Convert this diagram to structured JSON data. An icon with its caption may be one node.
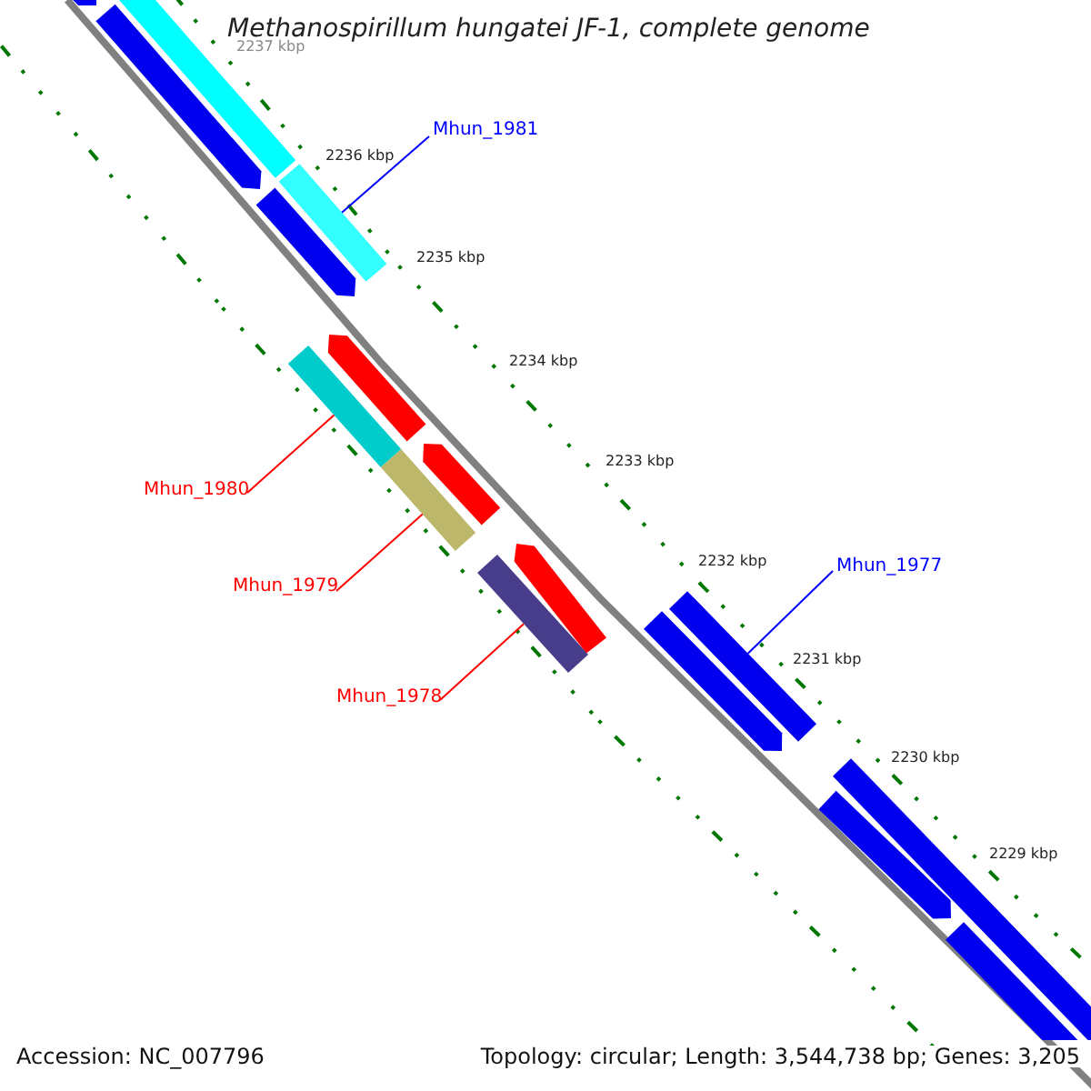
{
  "diagram": {
    "title": "Methanospirillum hungatei JF-1, complete genome",
    "nodes": [
      {
        "text": [
          "Mhun_1981"
        ]
      },
      {
        "text": [
          "Mhun_1980"
        ]
      },
      {
        "text": [
          "Mhun_1979"
        ]
      },
      {
        "text": [
          "Mhun_1978"
        ]
      },
      {
        "text": [
          "Mhun_1977"
        ]
      },
      {
        "text": [],
        "shape": "arrow"
      },
      {
        "text": [],
        "shape": "bar"
      },
      {
        "text": [],
        "shape": "arrow"
      },
      {
        "text": [],
        "shape": "bar"
      },
      {
        "text": [],
        "shape": "arrow"
      },
      {
        "text": [],
        "shape": "arrow"
      },
      {
        "text": [],
        "shape": "bar"
      },
      {
        "text": [],
        "shape": "arrow"
      },
      {
        "text": [],
        "shape": "bar"
      },
      {
        "text": [],
        "shape": "arrow"
      },
      {
        "text": [],
        "shape": "bar"
      },
      {
        "text": [],
        "shape": "arrow"
      },
      {
        "text": [],
        "shape": "bar"
      },
      {
        "text": [],
        "shape": "bar"
      },
      {
        "text": [],
        "shape": "arrow"
      },
      {
        "text": [],
        "shape": "bar"
      }
    ],
    "edges": [
      {
        "from": 0,
        "to": 8,
        "arrow": "none",
        "color": "#0000ff"
      },
      {
        "from": 1,
        "to": 11,
        "arrow": "none"
      },
      {
        "from": 2,
        "to": 13,
        "arrow": "none"
      },
      {
        "from": 3,
        "to": 15,
        "arrow": "none"
      },
      {
        "from": 4,
        "to": 17,
        "arrow": "none",
        "color": "#0000ff"
      }
    ],
    "labels": [
      "2237 kbp",
      "2236 kbp",
      "2235 kbp",
      "2234 kbp",
      "2233 kbp",
      "2232 kbp",
      "2231 kbp",
      "2230 kbp",
      "2229 kbp",
      "Accession: NC_007796",
      "Topology: circular; Length: 3,544,738 bp; Genes: 3,205"
    ]
  }
}
